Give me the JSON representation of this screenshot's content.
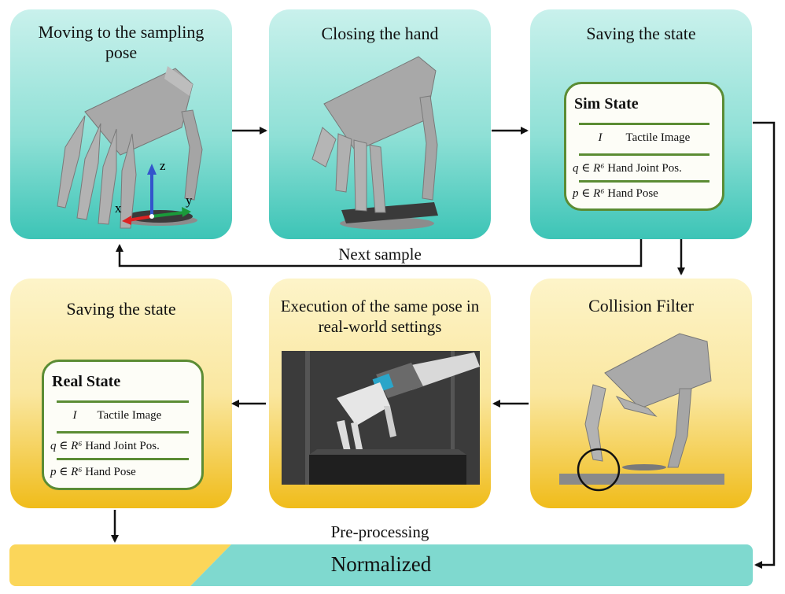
{
  "panels": {
    "sampling": {
      "title": "Moving to the sampling pose",
      "axes": {
        "x": "x",
        "y": "y",
        "z": "z"
      }
    },
    "closing": {
      "title": "Closing the hand"
    },
    "saving_sim": {
      "title": "Saving the state"
    },
    "collision": {
      "title": "Collision Filter"
    },
    "execution": {
      "title": "Execution of the same pose in real-world settings"
    },
    "saving_real": {
      "title": "Saving the state"
    }
  },
  "sim_state": {
    "title": "Sim State",
    "rows": [
      {
        "symbol": "I",
        "desc": "Tactile Image"
      },
      {
        "symbol": "q ∈ R⁶",
        "desc": "Hand Joint Pos."
      },
      {
        "symbol": "p ∈ R⁶",
        "desc": "Hand Pose"
      }
    ]
  },
  "real_state": {
    "title": "Real State",
    "rows": [
      {
        "symbol": "I",
        "desc": "Tactile Image"
      },
      {
        "symbol": "q ∈ R⁶",
        "desc": "Hand Joint Pos."
      },
      {
        "symbol": "p ∈ R⁶",
        "desc": "Hand Pose"
      }
    ]
  },
  "labels": {
    "next_sample": "Next sample",
    "preprocessing": "Pre-processing"
  },
  "bottom_bar": {
    "label": "Normalized"
  },
  "colors": {
    "teal": "#7fd9cf",
    "gold": "#fbd65a",
    "border_green": "#5b8c34"
  }
}
